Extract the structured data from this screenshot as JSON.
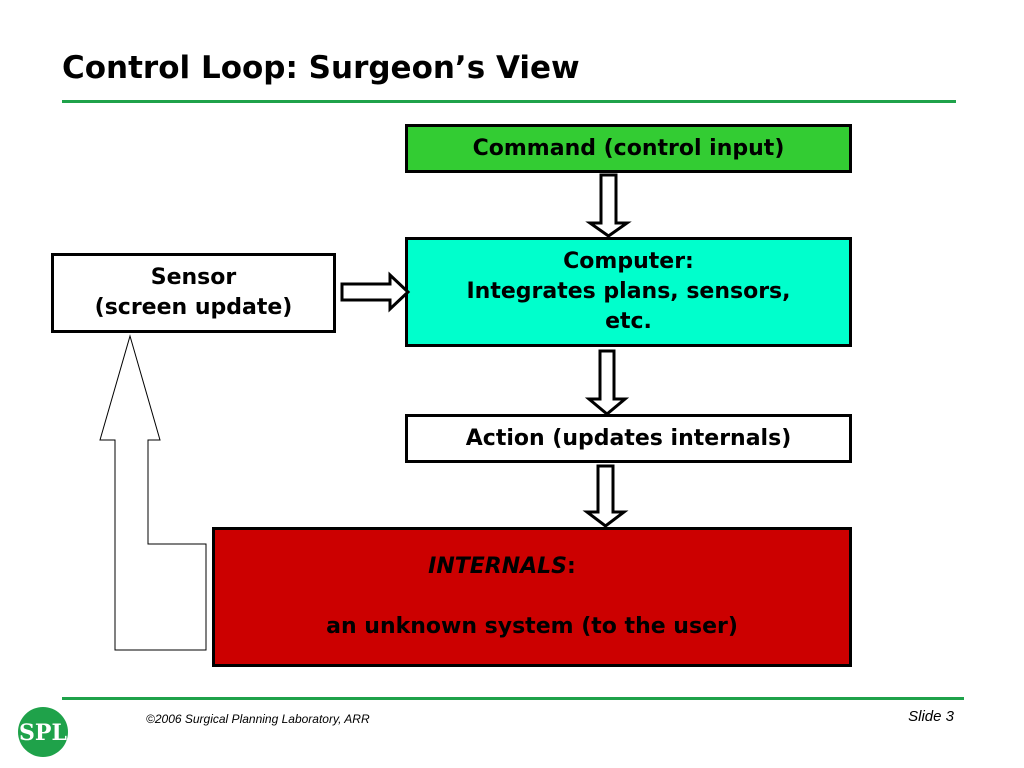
{
  "slide": {
    "title": "Control Loop: Surgeon’s View",
    "copyright": "©2006 Surgical Planning Laboratory, ARR",
    "slide_number": "Slide 3",
    "logo_text": "SPL",
    "accent_color": "#1fa24a"
  },
  "diagram": {
    "command": {
      "label": "Command (control input)",
      "color": "#33cc33"
    },
    "computer": {
      "line1": "Computer:",
      "line2": "Integrates plans, sensors,",
      "line3": "etc.",
      "color": "#00ffcc"
    },
    "sensor": {
      "line1": "Sensor",
      "line2": "(screen update)",
      "color": "#ffffff"
    },
    "action": {
      "label": "Action (updates internals)",
      "color": "#ffffff"
    },
    "internals": {
      "title": "INTERNALS",
      "colon": ":",
      "subtitle": "an unknown system (to the user)",
      "color": "#cc0000"
    }
  }
}
